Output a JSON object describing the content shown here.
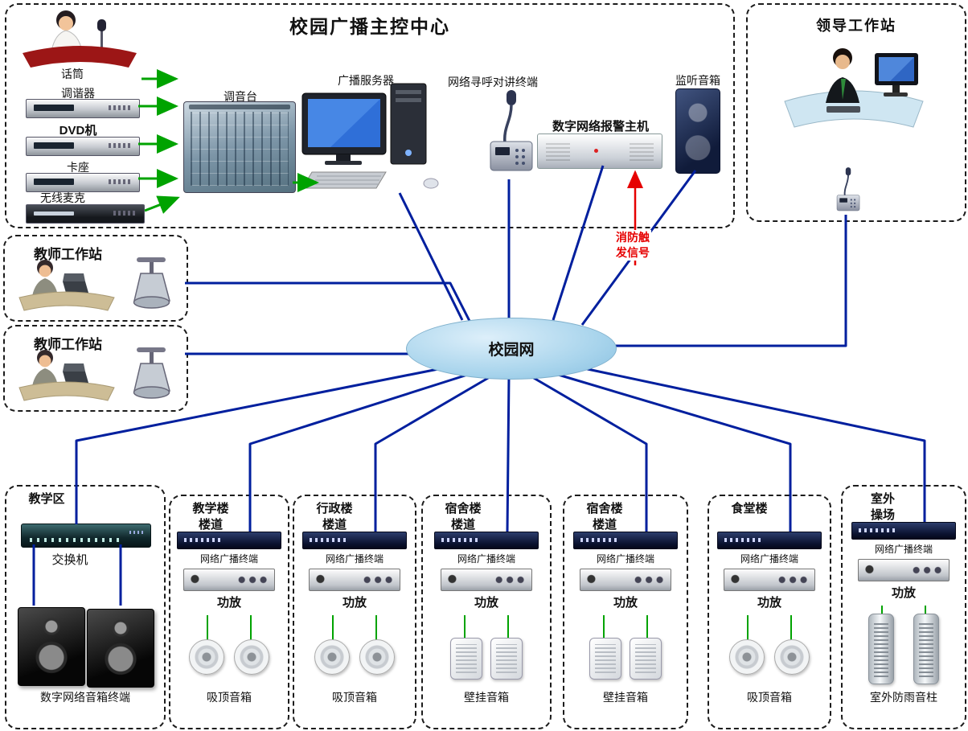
{
  "main_center": {
    "title": "校园广播主控中心",
    "mic_label": "话筒",
    "sources": [
      {
        "label": "调谐器"
      },
      {
        "label": "DVD机"
      },
      {
        "label": "卡座"
      },
      {
        "label": "无线麦克"
      }
    ],
    "mixer_label": "调音台",
    "server_label": "广播服务器",
    "paging_label": "网络寻呼对讲终端",
    "alarm_label": "数字网络报警主机",
    "monitor_label": "监听音箱"
  },
  "fire_signal_label": "消防触发信号",
  "leader_station": {
    "title": "领导工作站"
  },
  "teacher_stations": [
    {
      "title": "教师工作站"
    },
    {
      "title": "教师工作站"
    }
  ],
  "network": {
    "label": "校园网"
  },
  "zones": [
    {
      "title_lines": [
        "教学区"
      ],
      "device_label": "交换机",
      "bottom_label": "数字网络音箱终端"
    },
    {
      "title_lines": [
        "教学楼",
        "楼道"
      ],
      "terminal_label": "网络广播终端",
      "amp_label": "功放",
      "bottom_label": "吸顶音箱"
    },
    {
      "title_lines": [
        "行政楼",
        "楼道"
      ],
      "terminal_label": "网络广播终端",
      "amp_label": "功放",
      "bottom_label": "吸顶音箱"
    },
    {
      "title_lines": [
        "宿舍楼",
        "楼道"
      ],
      "terminal_label": "网络广播终端",
      "amp_label": "功放",
      "bottom_label": "壁挂音箱"
    },
    {
      "title_lines": [
        "宿舍楼",
        "楼道"
      ],
      "terminal_label": "网络广播终端",
      "amp_label": "功放",
      "bottom_label": "壁挂音箱"
    },
    {
      "title_lines": [
        "食堂楼"
      ],
      "terminal_label": "网络广播终端",
      "amp_label": "功放",
      "bottom_label": "吸顶音箱"
    },
    {
      "title_lines": [
        "室外",
        "操场"
      ],
      "terminal_label": "网络广播终端",
      "amp_label": "功放",
      "bottom_label": "室外防雨音柱"
    }
  ],
  "colors": {
    "connection_blue": "#001f9e",
    "signal_green": "#00a300",
    "fire_red": "#e60000",
    "network_ellipse_fill": "#a8d4ec"
  }
}
